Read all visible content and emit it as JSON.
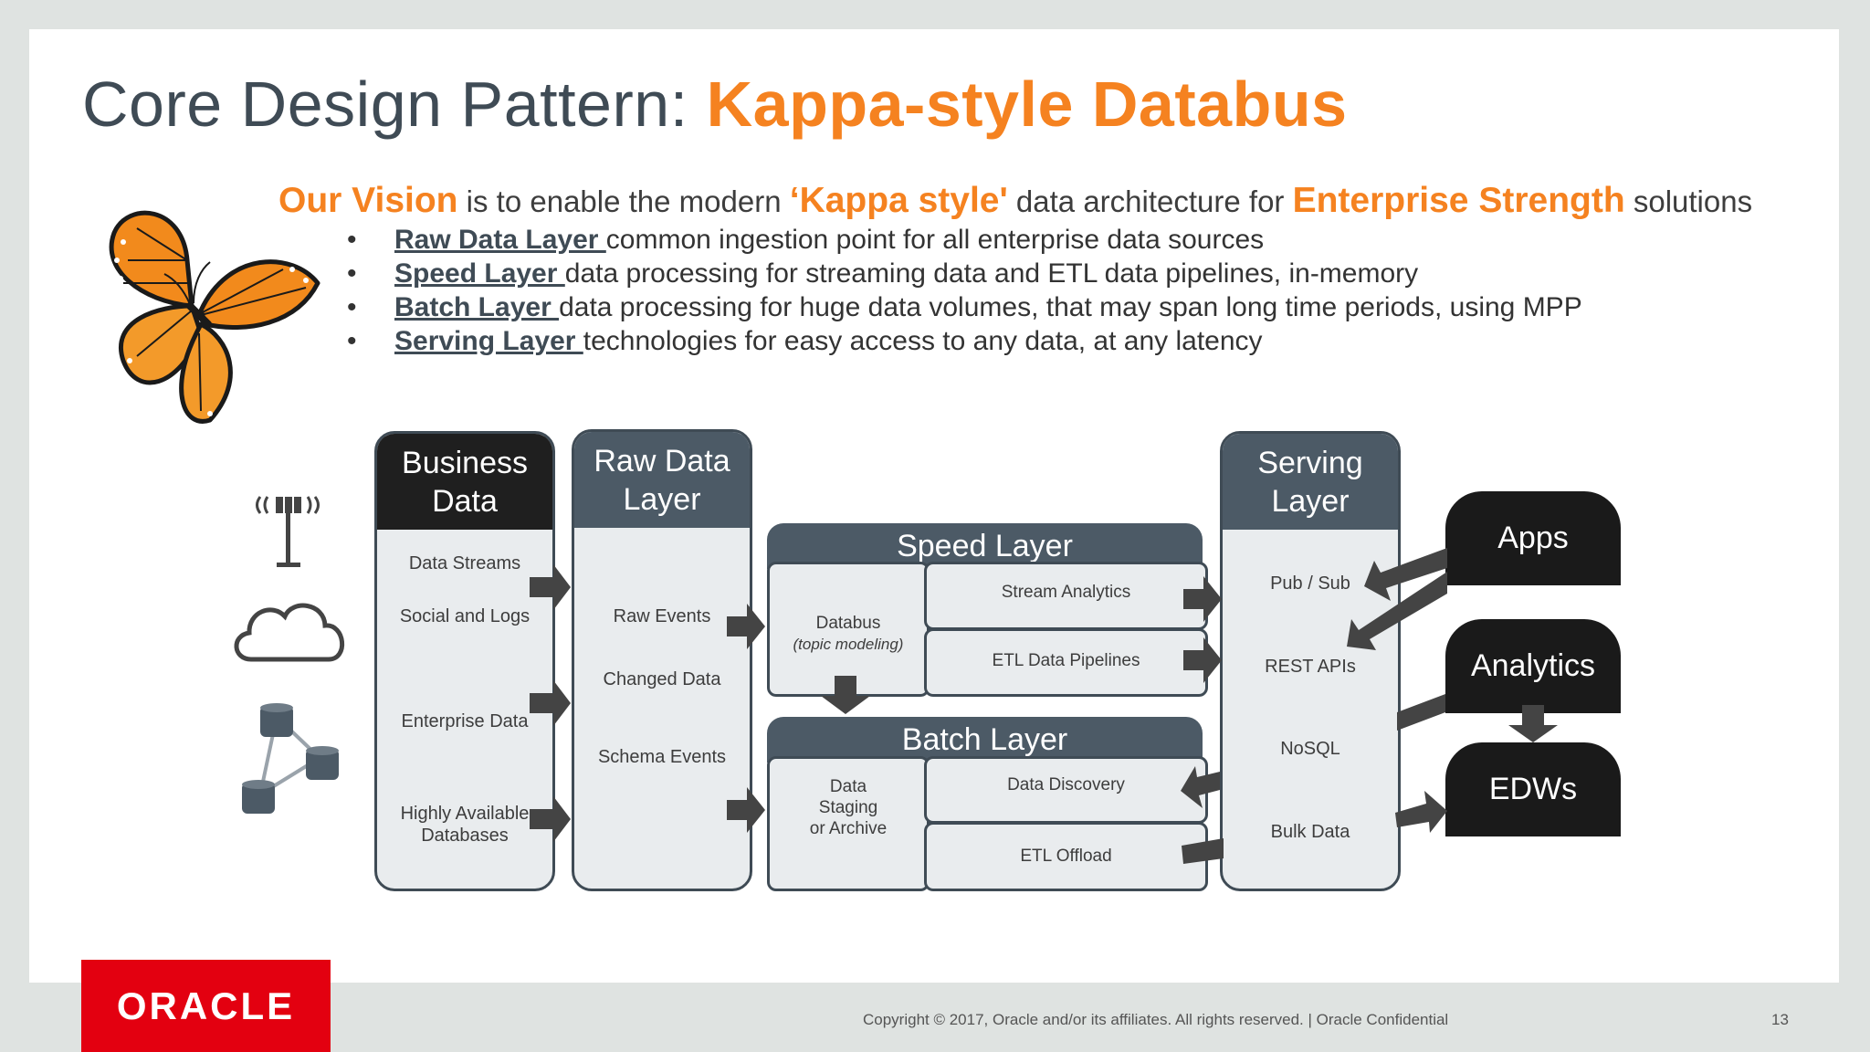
{
  "title": {
    "prefix": "Core Design Pattern: ",
    "highlight": "Kappa-style Databus"
  },
  "vision": {
    "lead": "Our Vision",
    "t1": " is to enable the modern ",
    "kappa": "‘Kappa style'",
    "t2": " data architecture for ",
    "strength": "Enterprise Strength",
    "t3": " solutions"
  },
  "bullets": [
    {
      "term": "Raw Data Layer ",
      "text": "common ingestion point for all enterprise data sources"
    },
    {
      "term": "Speed Layer ",
      "text": "data processing for streaming data and ETL data pipelines, in-memory"
    },
    {
      "term": "Batch Layer ",
      "text": "data processing for huge data volumes, that may span long time periods, using MPP"
    },
    {
      "term": "Serving Layer ",
      "text": "technologies for easy access to any data, at any latency"
    }
  ],
  "bullet_marker": "•",
  "diagram": {
    "business": {
      "title_l1": "Business",
      "title_l2": "Data",
      "items": [
        "Data Streams",
        "Social and Logs",
        "Enterprise Data",
        "Highly Available",
        "Databases"
      ]
    },
    "raw": {
      "title_l1": "Raw Data",
      "title_l2": "Layer",
      "items": [
        "Raw Events",
        "Changed Data",
        "Schema Events"
      ]
    },
    "speed": {
      "title": "Speed Layer",
      "databus": "Databus",
      "databus_note": "(topic modeling)",
      "items": [
        "Stream Analytics",
        "ETL Data Pipelines"
      ]
    },
    "batch": {
      "title": "Batch Layer",
      "staging_l1": "Data",
      "staging_l2": "Staging",
      "staging_l3": "or Archive",
      "items": [
        "Data Discovery",
        "ETL Offload"
      ]
    },
    "serving": {
      "title_l1": "Serving",
      "title_l2": "Layer",
      "items": [
        "Pub / Sub",
        "REST APIs",
        "NoSQL",
        "Bulk Data"
      ]
    },
    "sinks": [
      "Apps",
      "Analytics",
      "EDWs"
    ]
  },
  "icons": [
    "butterfly-icon",
    "antenna-icon",
    "cloud-icon",
    "database-network-icon"
  ],
  "colors": {
    "accent": "#f58220",
    "slate": "#4c5a66",
    "dark": "#1f1f1f",
    "oracle_red": "#e30010"
  },
  "logo_text": "ORACLE",
  "footer": "Copyright © 2017, Oracle and/or its affiliates. All rights reserved.  |  Oracle Confidential",
  "page_number": "13"
}
